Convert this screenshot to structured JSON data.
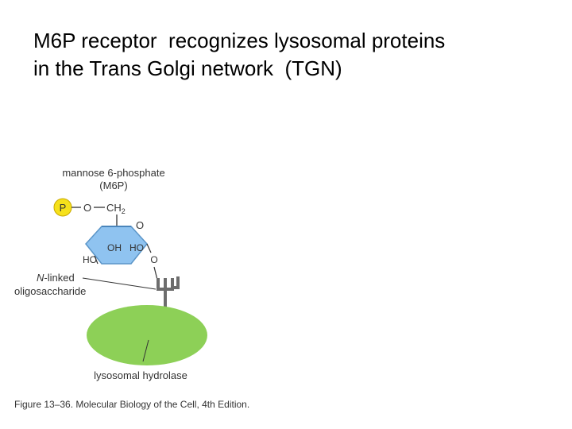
{
  "slide": {
    "title_line1": "M6P receptor  recognizes lysosomal proteins",
    "title_line2": "in the Trans Golgi network  (TGN)"
  },
  "figure": {
    "m6p_label_line1": "mannose 6-phosphate",
    "m6p_label_line2": "(M6P)",
    "phosphate_symbol": "P",
    "bond_o_ch2": "O",
    "ch2_text": "CH",
    "ch2_subscript": "2",
    "ring_oxygen": "O",
    "oh_label": "OH",
    "ho_label_inner": "HO",
    "ho_label_left": "HO",
    "o_link": "O",
    "nlinked_italic": "N",
    "nlinked_rest": "-linked",
    "oligosaccharide_label": "oligosaccharide",
    "hydrolase_label": "lysosomal hydrolase",
    "caption": "Figure 13–36. Molecular Biology of the Cell, 4th Edition.",
    "colors": {
      "phosphate_fill": "#f6e11b",
      "ring_fill": "#8fc3f0",
      "ring_stroke": "#5b95c8",
      "protein_fill": "#8dd057",
      "oligosaccharide_stroke": "#6d6d6d"
    }
  }
}
